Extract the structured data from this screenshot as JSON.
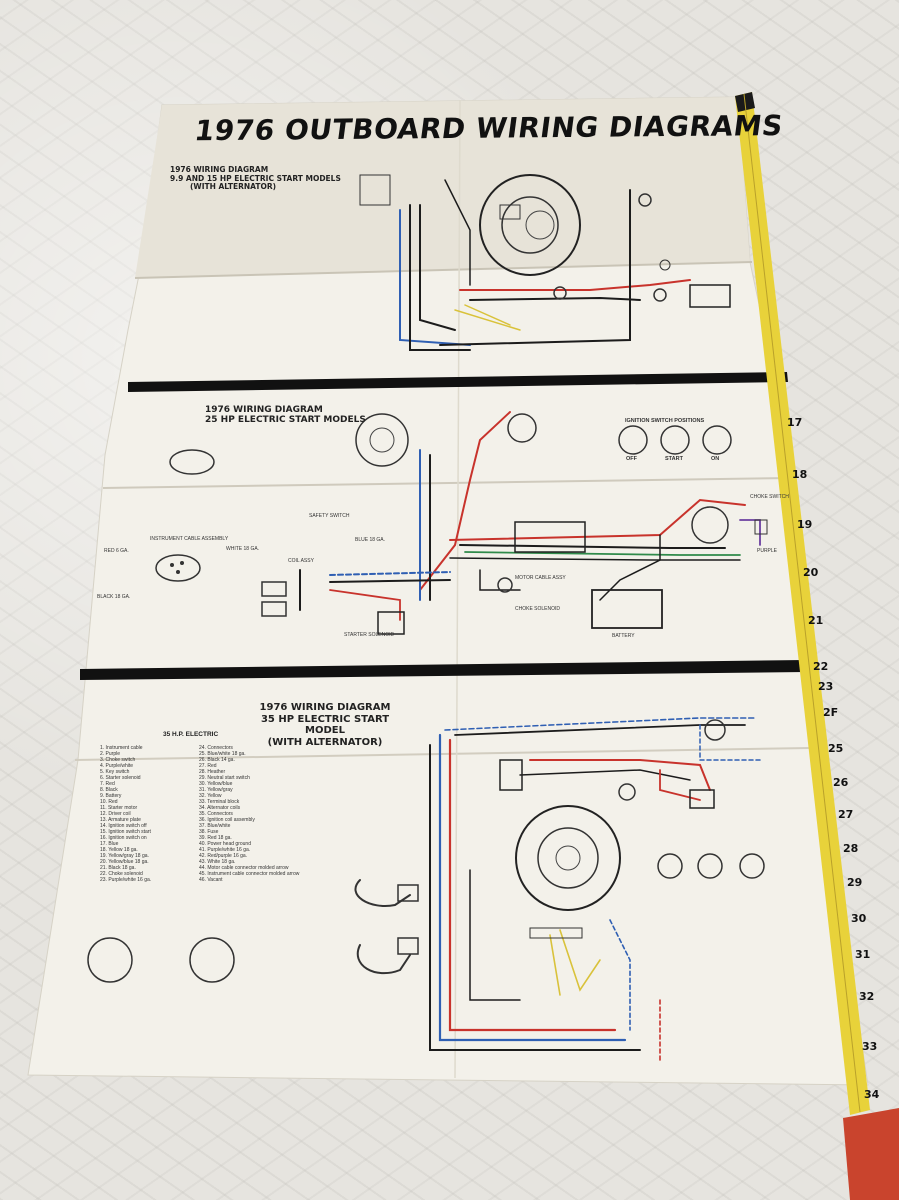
{
  "poster": {
    "title": "1976 OUTBOARD WIRING DIAGRAMS",
    "section1": {
      "title_line1": "1976 WIRING DIAGRAM",
      "title_line2": "9.9 AND 15 HP ELECTRIC START MODELS",
      "title_line3": "(WITH ALTERNATOR)"
    },
    "section2": {
      "title_line1": "1976 WIRING DIAGRAM",
      "title_line2": "25 HP ELECTRIC START MODELS",
      "ignition_positions": "IGNITION SWITCH POSITIONS",
      "pos_off": "OFF",
      "pos_start": "START",
      "pos_on": "ON",
      "labels": {
        "instrument_cable": "INSTRUMENT CABLE ASSEMBLY",
        "battery": "BATTERY",
        "motor_cable": "MOTOR CABLE ASSY",
        "choke_solenoid": "CHOKE SOLENOID",
        "starter_solenoid": "STARTER SOLENOID",
        "coil_assy": "COIL ASSY",
        "safety_switch": "SAFETY SWITCH",
        "choke_switch": "CHOKE SWITCH",
        "purple": "PURPLE",
        "red_6": "RED 6 GA.",
        "black_18": "BLACK 18 GA.",
        "white_18": "WHITE 18 GA.",
        "blue_18": "BLUE 18 GA."
      }
    },
    "section3": {
      "title_line1": "1976 WIRING DIAGRAM",
      "title_line2": "35 HP ELECTRIC START MODEL",
      "title_line3": "(WITH ALTERNATOR)",
      "model": "35 H.P. ELECTRIC",
      "legend": [
        "1. Instrument cable",
        "2. Purple",
        "3. Choke switch",
        "4. Purple/white",
        "5. Key switch",
        "6. Starter solenoid",
        "7. Red",
        "8. Black",
        "9. Battery",
        "10. Red",
        "11. Starter motor",
        "12. Driver coil",
        "13. Armature plate",
        "14. Ignition switch off",
        "15. Ignition switch start",
        "16. Ignition switch on",
        "17. Blue",
        "18. Yellow 18 ga.",
        "19. Yellow/gray 18 ga.",
        "20. Yellow/blue 18 ga.",
        "21. Black 18 ga.",
        "22. Choke solenoid",
        "23. Purple/white 16 ga.",
        "24. Connectors",
        "25. Blue/white 18 ga.",
        "26. Black 14 ga.",
        "27. Red",
        "28. Heather",
        "29. Neutral start switch",
        "30. Yellow/blue",
        "31. Yellow/gray",
        "32. Yellow",
        "33. Terminal block",
        "34. Alternator coils",
        "35. Connectors",
        "36. Ignition coil assembly",
        "37. Blue/white",
        "38. Fuse",
        "39. Red 18 ga.",
        "40. Power head ground",
        "41. Purple/white 16 ga.",
        "42. Red/purple 16 ga.",
        "43. White 18 ga.",
        "44. Motor cable connector molded arrow",
        "45. Instrument cable connector molded arrow",
        "46. Vacant"
      ]
    }
  },
  "tape_measure": {
    "numbers": [
      "17",
      "18",
      "19",
      "20",
      "21",
      "22",
      "23",
      "2F",
      "25",
      "26",
      "27",
      "28",
      "29",
      "30",
      "31",
      "32",
      "33",
      "34"
    ]
  },
  "colors": {
    "paper": "#f3f1ea",
    "wire_red": "#c8332c",
    "wire_blue": "#2f5fb3",
    "wire_black": "#1c1c1c",
    "wire_yellow": "#d9c23a",
    "wire_green": "#2f8a4a",
    "tape_yellow": "#e8d23a"
  }
}
